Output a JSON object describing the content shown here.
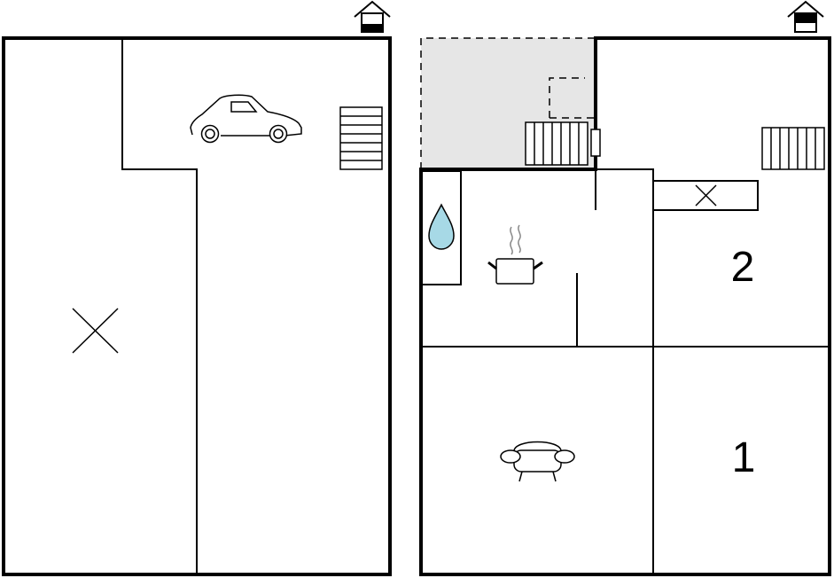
{
  "floors": [
    {
      "name": "ground-floor",
      "icons": [
        "house-level-icon",
        "car-icon",
        "stairs-icon",
        "storage-cross-icon"
      ]
    },
    {
      "name": "first-floor",
      "icons": [
        "house-level-icon",
        "stairs-icon",
        "water-drop-icon",
        "cooking-pot-icon",
        "closet-cross-icon",
        "sofa-icon"
      ]
    }
  ],
  "rooms": {
    "room1_label": "1",
    "room2_label": "2"
  },
  "colors": {
    "wall": "#000000",
    "water": "#a7d9e6",
    "terrace": "#e6e6e6"
  }
}
